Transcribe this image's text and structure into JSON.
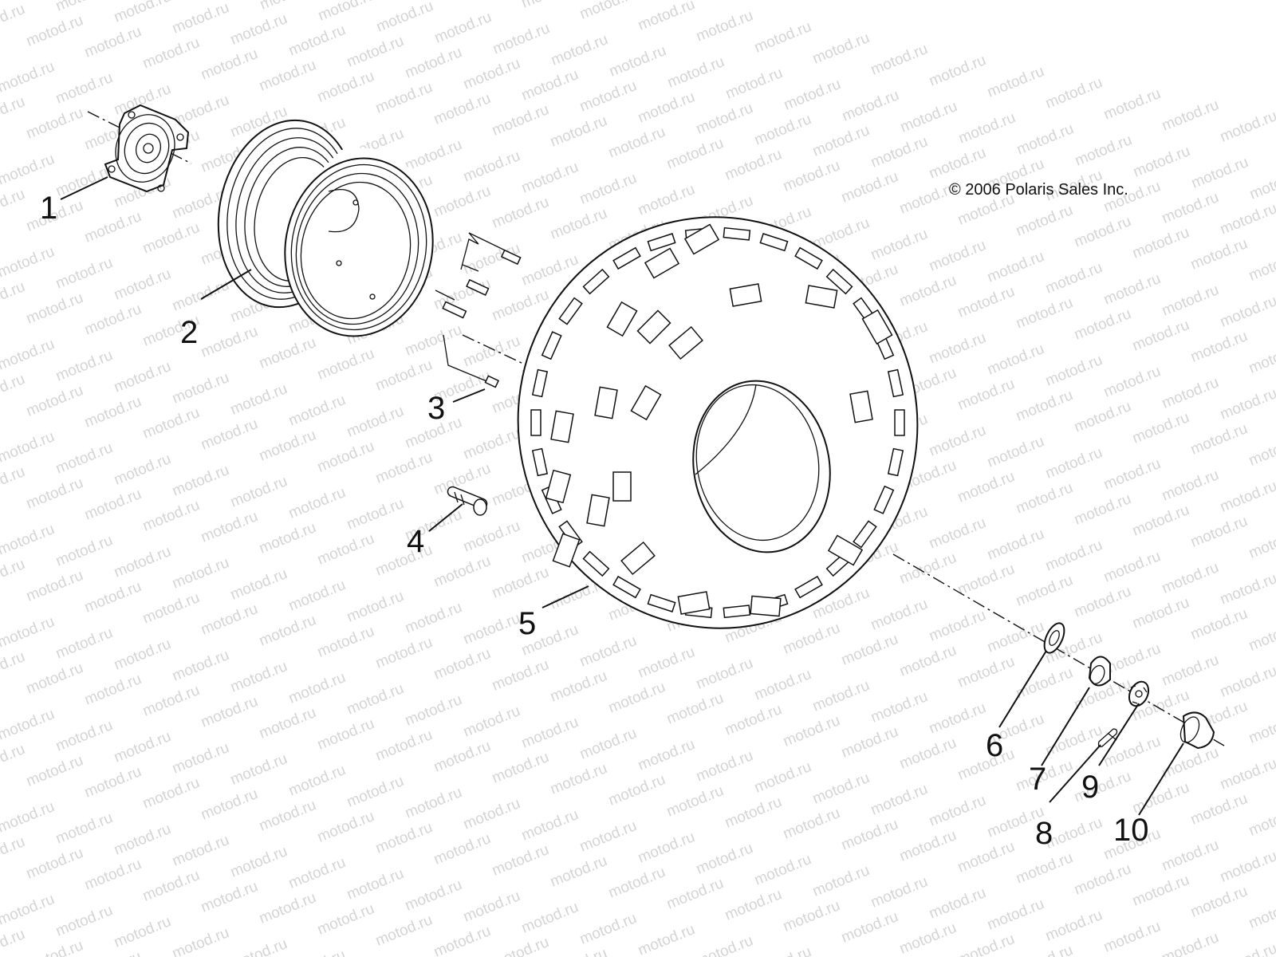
{
  "watermark": "motod.ru",
  "copyright": "© 2006 Polaris Sales Inc.",
  "callouts": [
    "1",
    "2",
    "3",
    "4",
    "5",
    "6",
    "7",
    "8",
    "9",
    "10"
  ]
}
